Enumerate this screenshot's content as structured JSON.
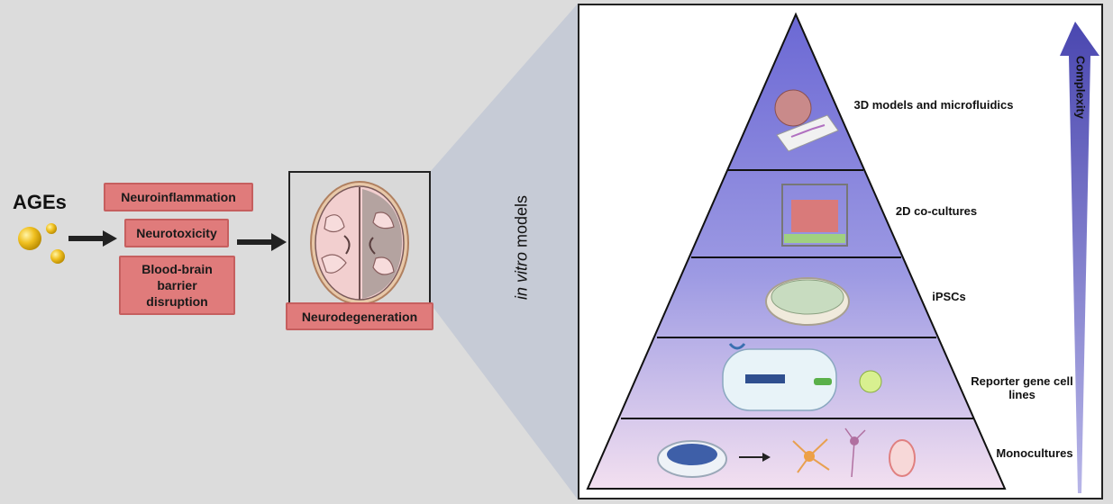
{
  "left": {
    "ages_label": "AGEs",
    "effects": [
      "Neuroinflammation",
      "Neurotoxicity",
      "Blood-brain barrier disruption"
    ],
    "outcome": "Neurodegeneration"
  },
  "center": {
    "vitro_italic": "in vitro",
    "vitro_rest": " models"
  },
  "pyramid": {
    "tiers": [
      {
        "label": "3D models and microfluidics"
      },
      {
        "label": "2D co-cultures"
      },
      {
        "label": "iPSCs"
      },
      {
        "label": "Reporter gene cell lines"
      },
      {
        "label": "Monocultures"
      }
    ],
    "axis_label": "Complexity"
  },
  "colors": {
    "box_fill": "#e07b7b",
    "pyramid_top": "#6b68d4",
    "pyramid_bottom": "#f3e0f0",
    "arrow": "#5552b8"
  }
}
